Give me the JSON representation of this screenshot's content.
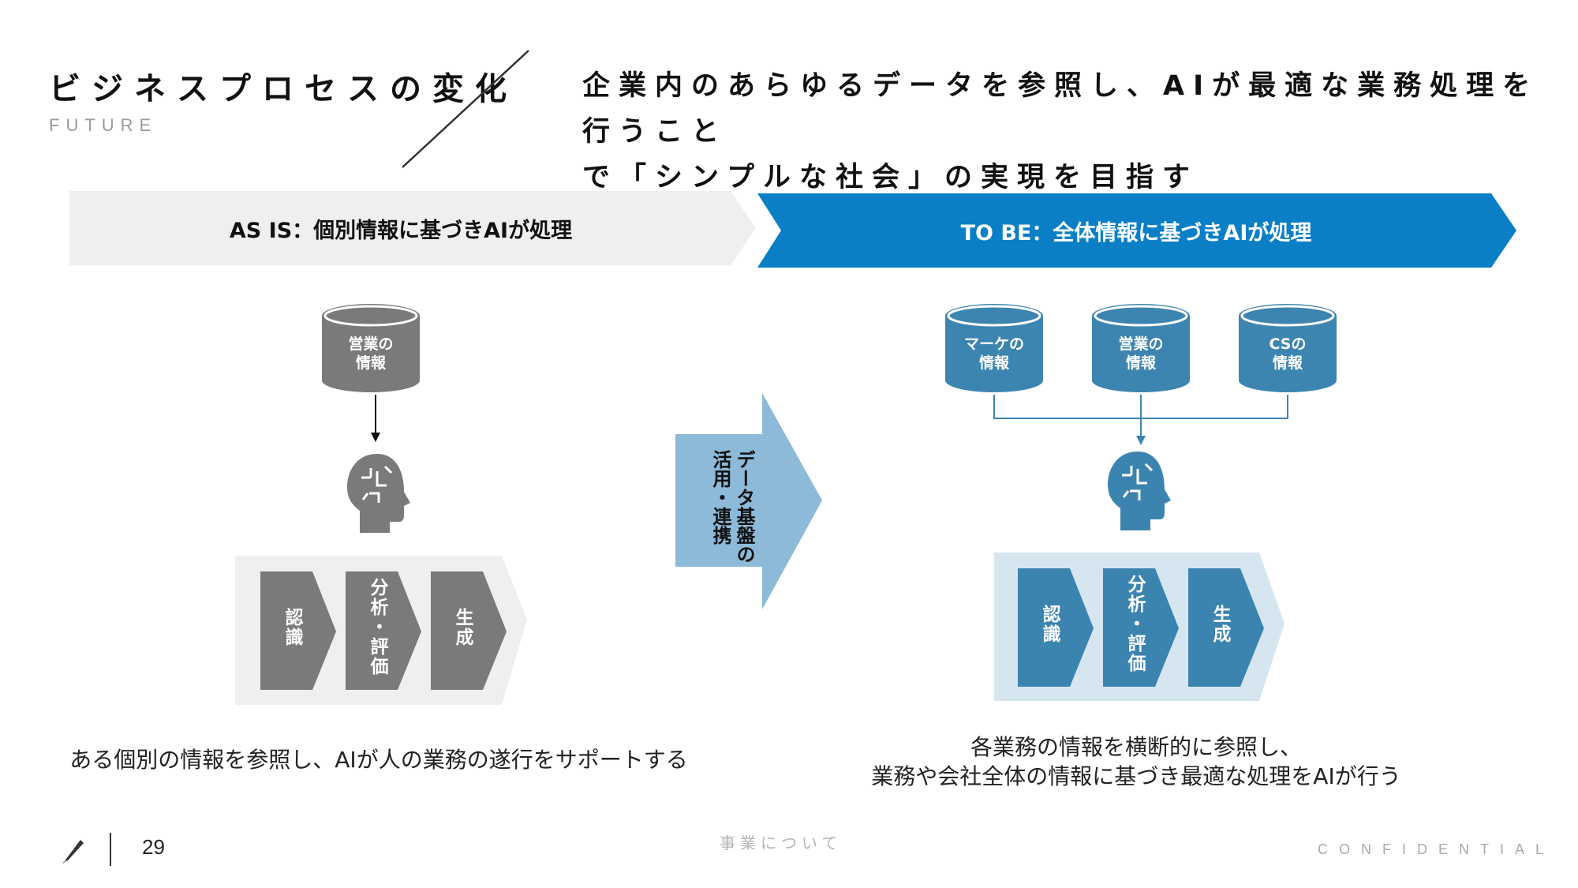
{
  "header": {
    "title": "ビジネスプロセスの変化",
    "subtitle": "FUTURE",
    "tagline_line1": "企業内のあらゆるデータを参照し、AIが最適な業務処理を行うこと",
    "tagline_line2": "で「シンプルな社会」の実現を目指す"
  },
  "as_is": {
    "banner": "AS IS：個別情報に基づきAIが処理",
    "db_label_line1": "営業の",
    "db_label_line2": "情報",
    "steps": [
      "認識",
      "分析・評価",
      "生成"
    ],
    "caption": "ある個別の情報を参照し、AIが人の業務の遂行をサポートする"
  },
  "transition": {
    "label_line1": "データ基盤の",
    "label_line2": "活用・連携"
  },
  "to_be": {
    "banner": "TO BE：全体情報に基づきAIが処理",
    "dbs": [
      {
        "line1": "マーケの",
        "line2": "情報"
      },
      {
        "line1": "営業の",
        "line2": "情報"
      },
      {
        "line1": "CSの",
        "line2": "情報"
      }
    ],
    "steps": [
      "認識",
      "分析・評価",
      "生成"
    ],
    "caption_line1": "各業務の情報を横断的に参照し、",
    "caption_line2": "業務や会社全体の情報に基づき最適な処理をAIが行う"
  },
  "footer": {
    "page_number": "29",
    "section": "事業について",
    "confidential": "CONFIDENTIAL"
  },
  "colors": {
    "gray_dark": "#7a7a7a",
    "gray_light": "#efefef",
    "blue_banner": "#0a7fc6",
    "blue_db": "#3d85b1",
    "blue_step": "#3c84b0",
    "blue_light": "#d5e6f0",
    "arrow_blue": "#8cbad8"
  }
}
